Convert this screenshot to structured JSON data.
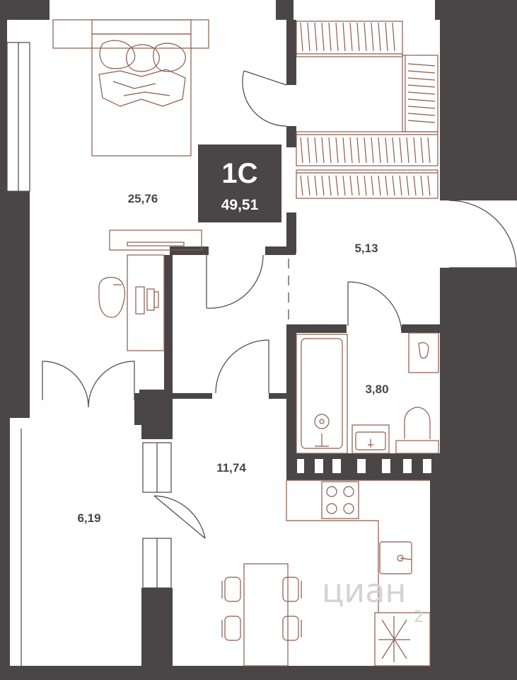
{
  "plan": {
    "apartment_type": "1C",
    "total_area": "49,51",
    "colors": {
      "wall": "#4a4546",
      "furniture_line": "#8c5a4c",
      "background": "#ffffff",
      "watermark": "#d6d2d3"
    },
    "rooms": [
      {
        "id": "bedroom",
        "label": "25,76"
      },
      {
        "id": "hallway",
        "label": "5,13"
      },
      {
        "id": "bathroom",
        "label": "3,80"
      },
      {
        "id": "kitchen-living",
        "label": "11,74"
      },
      {
        "id": "balcony",
        "label": "6,19"
      }
    ],
    "icons": {
      "bed": "bed-icon",
      "wardrobe": "wardrobe-icon",
      "desk": "desk-icon",
      "bathtub": "bathtub-icon",
      "toilet": "toilet-icon",
      "sink": "sink-icon",
      "stove": "stove-icon",
      "dining": "dining-table-icon"
    },
    "watermark": {
      "text": "циан",
      "suffix": "2"
    }
  }
}
